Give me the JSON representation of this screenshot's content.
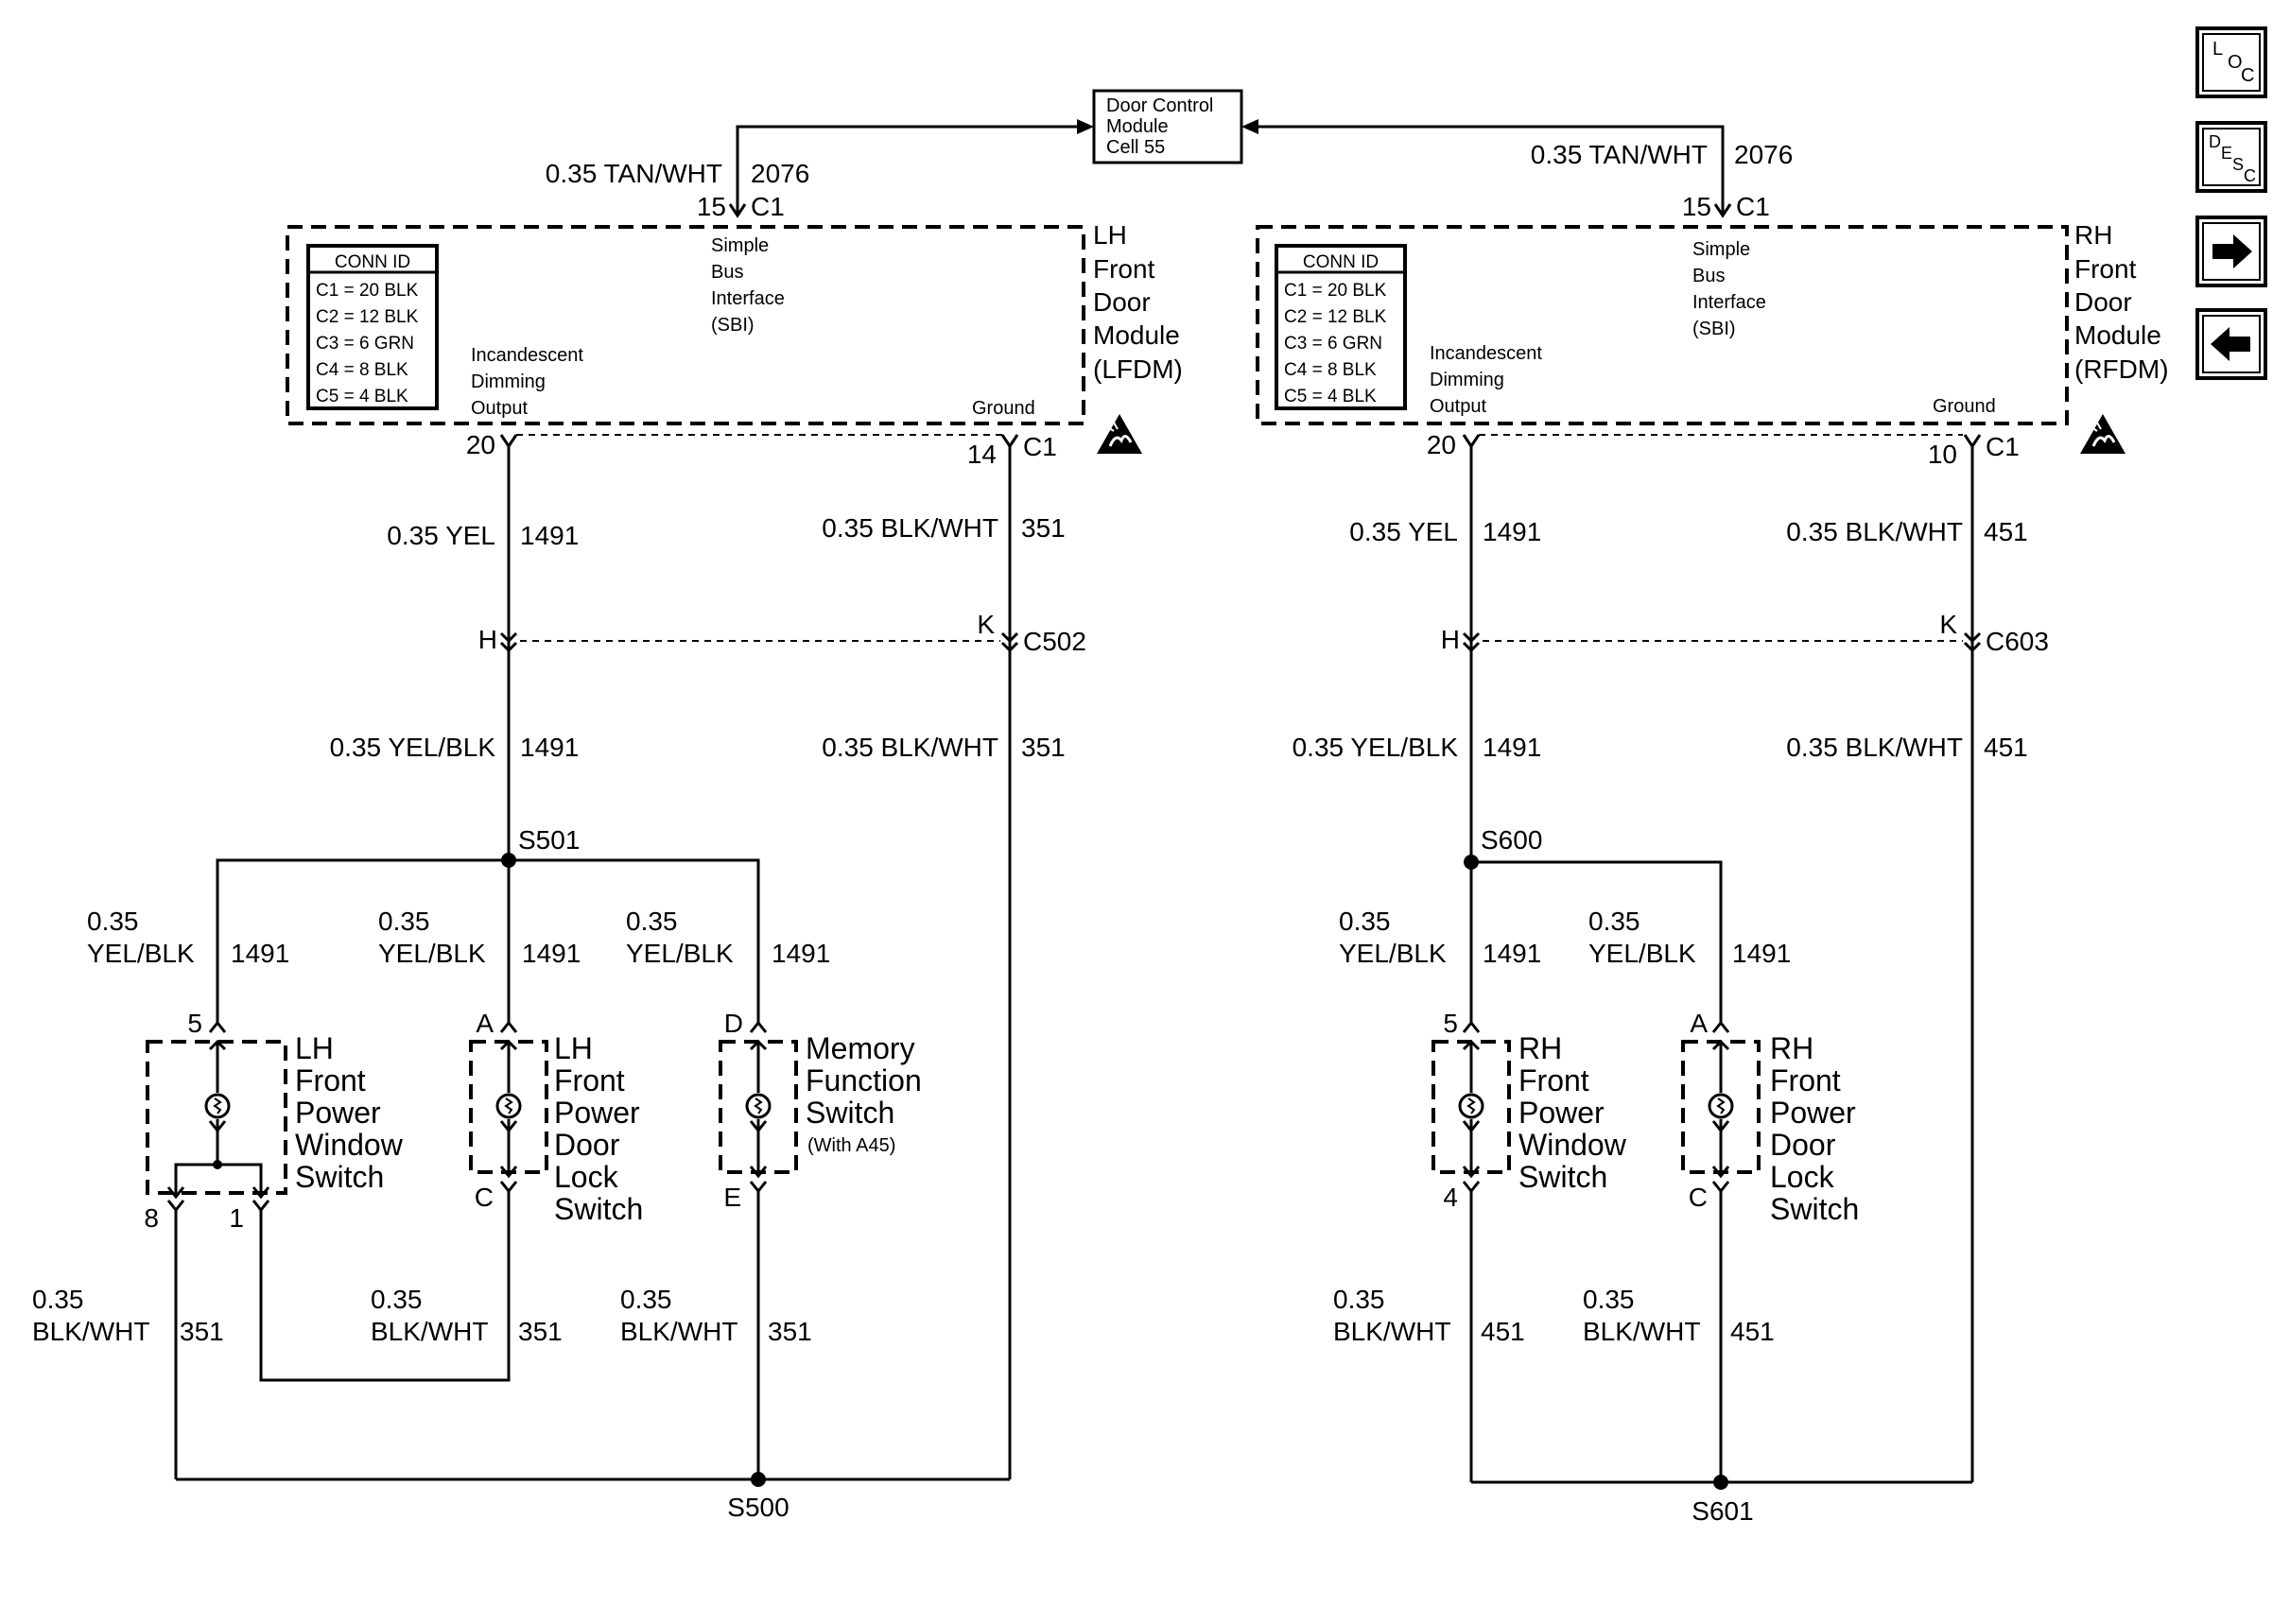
{
  "dcm": {
    "line1": "Door Control",
    "line2": "Module",
    "line3": "Cell 55"
  },
  "lh": {
    "tan_wire": "0.35 TAN/WHT",
    "tan_circuit": "2076",
    "c1_pin": "15",
    "c1": "C1",
    "sbi": [
      "Simple",
      "Bus",
      "Interface",
      "(SBI)"
    ],
    "conn_id": "CONN ID",
    "conns": [
      "C1 = 20 BLK",
      "C2 = 12 BLK",
      "C3 = 6 GRN",
      "C4 = 8 BLK",
      "C5 = 4 BLK"
    ],
    "incandescent": [
      "Incandescent",
      "Dimming",
      "Output"
    ],
    "ground": "Ground",
    "module": [
      "LH",
      "Front",
      "Door",
      "Module",
      "(LFDM)"
    ],
    "pin20": "20",
    "pin_gnd": "14",
    "gnd_c1": "C1",
    "yel_wire": "0.35 YEL",
    "yel_circuit": "1491",
    "blk_wire": "0.35 BLK/WHT",
    "blk_circuit": "351",
    "pinH": "H",
    "pinK": "K",
    "connector": "C502",
    "yelblk_wire": "0.35 YEL/BLK",
    "yelblk_circuit": "1491",
    "blk2_wire": "0.35 BLK/WHT",
    "blk2_circuit": "351",
    "splice_top": "S501",
    "br_gauge": "0.35",
    "br_color": "YEL/BLK",
    "br_circuit": "1491",
    "sw1": {
      "pin_top": "5",
      "pins_bottom": [
        "8",
        "1"
      ],
      "label": [
        "LH",
        "Front",
        "Power",
        "Window",
        "Switch"
      ]
    },
    "sw2": {
      "pin_top": "A",
      "pin_bottom": "C",
      "label": [
        "LH",
        "Front",
        "Power",
        "Door",
        "Lock",
        "Switch"
      ]
    },
    "sw3": {
      "pin_top": "D",
      "pin_bottom": "E",
      "label": [
        "Memory",
        "Function",
        "Switch"
      ],
      "note": "(With A45)"
    },
    "bot_gauge": "0.35",
    "bot_color": "BLK/WHT",
    "bot_circuit": "351",
    "splice_bottom": "S500"
  },
  "rh": {
    "tan_wire": "0.35 TAN/WHT",
    "tan_circuit": "2076",
    "c1_pin": "15",
    "c1": "C1",
    "sbi": [
      "Simple",
      "Bus",
      "Interface",
      "(SBI)"
    ],
    "conn_id": "CONN ID",
    "conns": [
      "C1 = 20 BLK",
      "C2 = 12 BLK",
      "C3 = 6 GRN",
      "C4 = 8 BLK",
      "C5 = 4 BLK"
    ],
    "incandescent": [
      "Incandescent",
      "Dimming",
      "Output"
    ],
    "ground": "Ground",
    "module": [
      "RH",
      "Front",
      "Door",
      "Module",
      "(RFDM)"
    ],
    "pin20": "20",
    "pin_gnd": "10",
    "gnd_c1": "C1",
    "yel_wire": "0.35 YEL",
    "yel_circuit": "1491",
    "blk_wire": "0.35 BLK/WHT",
    "blk_circuit": "451",
    "pinH": "H",
    "pinK": "K",
    "connector": "C603",
    "yelblk_wire": "0.35 YEL/BLK",
    "yelblk_circuit": "1491",
    "blk2_wire": "0.35 BLK/WHT",
    "blk2_circuit": "451",
    "splice_top": "S600",
    "br_gauge": "0.35",
    "br_color": "YEL/BLK",
    "br_circuit": "1491",
    "sw1": {
      "pin_top": "5",
      "pin_bottom": "4",
      "label": [
        "RH",
        "Front",
        "Power",
        "Window",
        "Switch"
      ]
    },
    "sw2": {
      "pin_top": "A",
      "pin_bottom": "C",
      "label": [
        "RH",
        "Front",
        "Power",
        "Door",
        "Lock",
        "Switch"
      ]
    },
    "bot_gauge": "0.35",
    "bot_color": "BLK/WHT",
    "bot_circuit": "451",
    "splice_bottom": "S601"
  },
  "nav": {
    "loc": [
      "L",
      "O",
      "C"
    ],
    "desc": [
      "D",
      "E",
      "S",
      "C"
    ],
    "next_icon": "arrow-right-icon",
    "prev_icon": "arrow-left-icon"
  }
}
